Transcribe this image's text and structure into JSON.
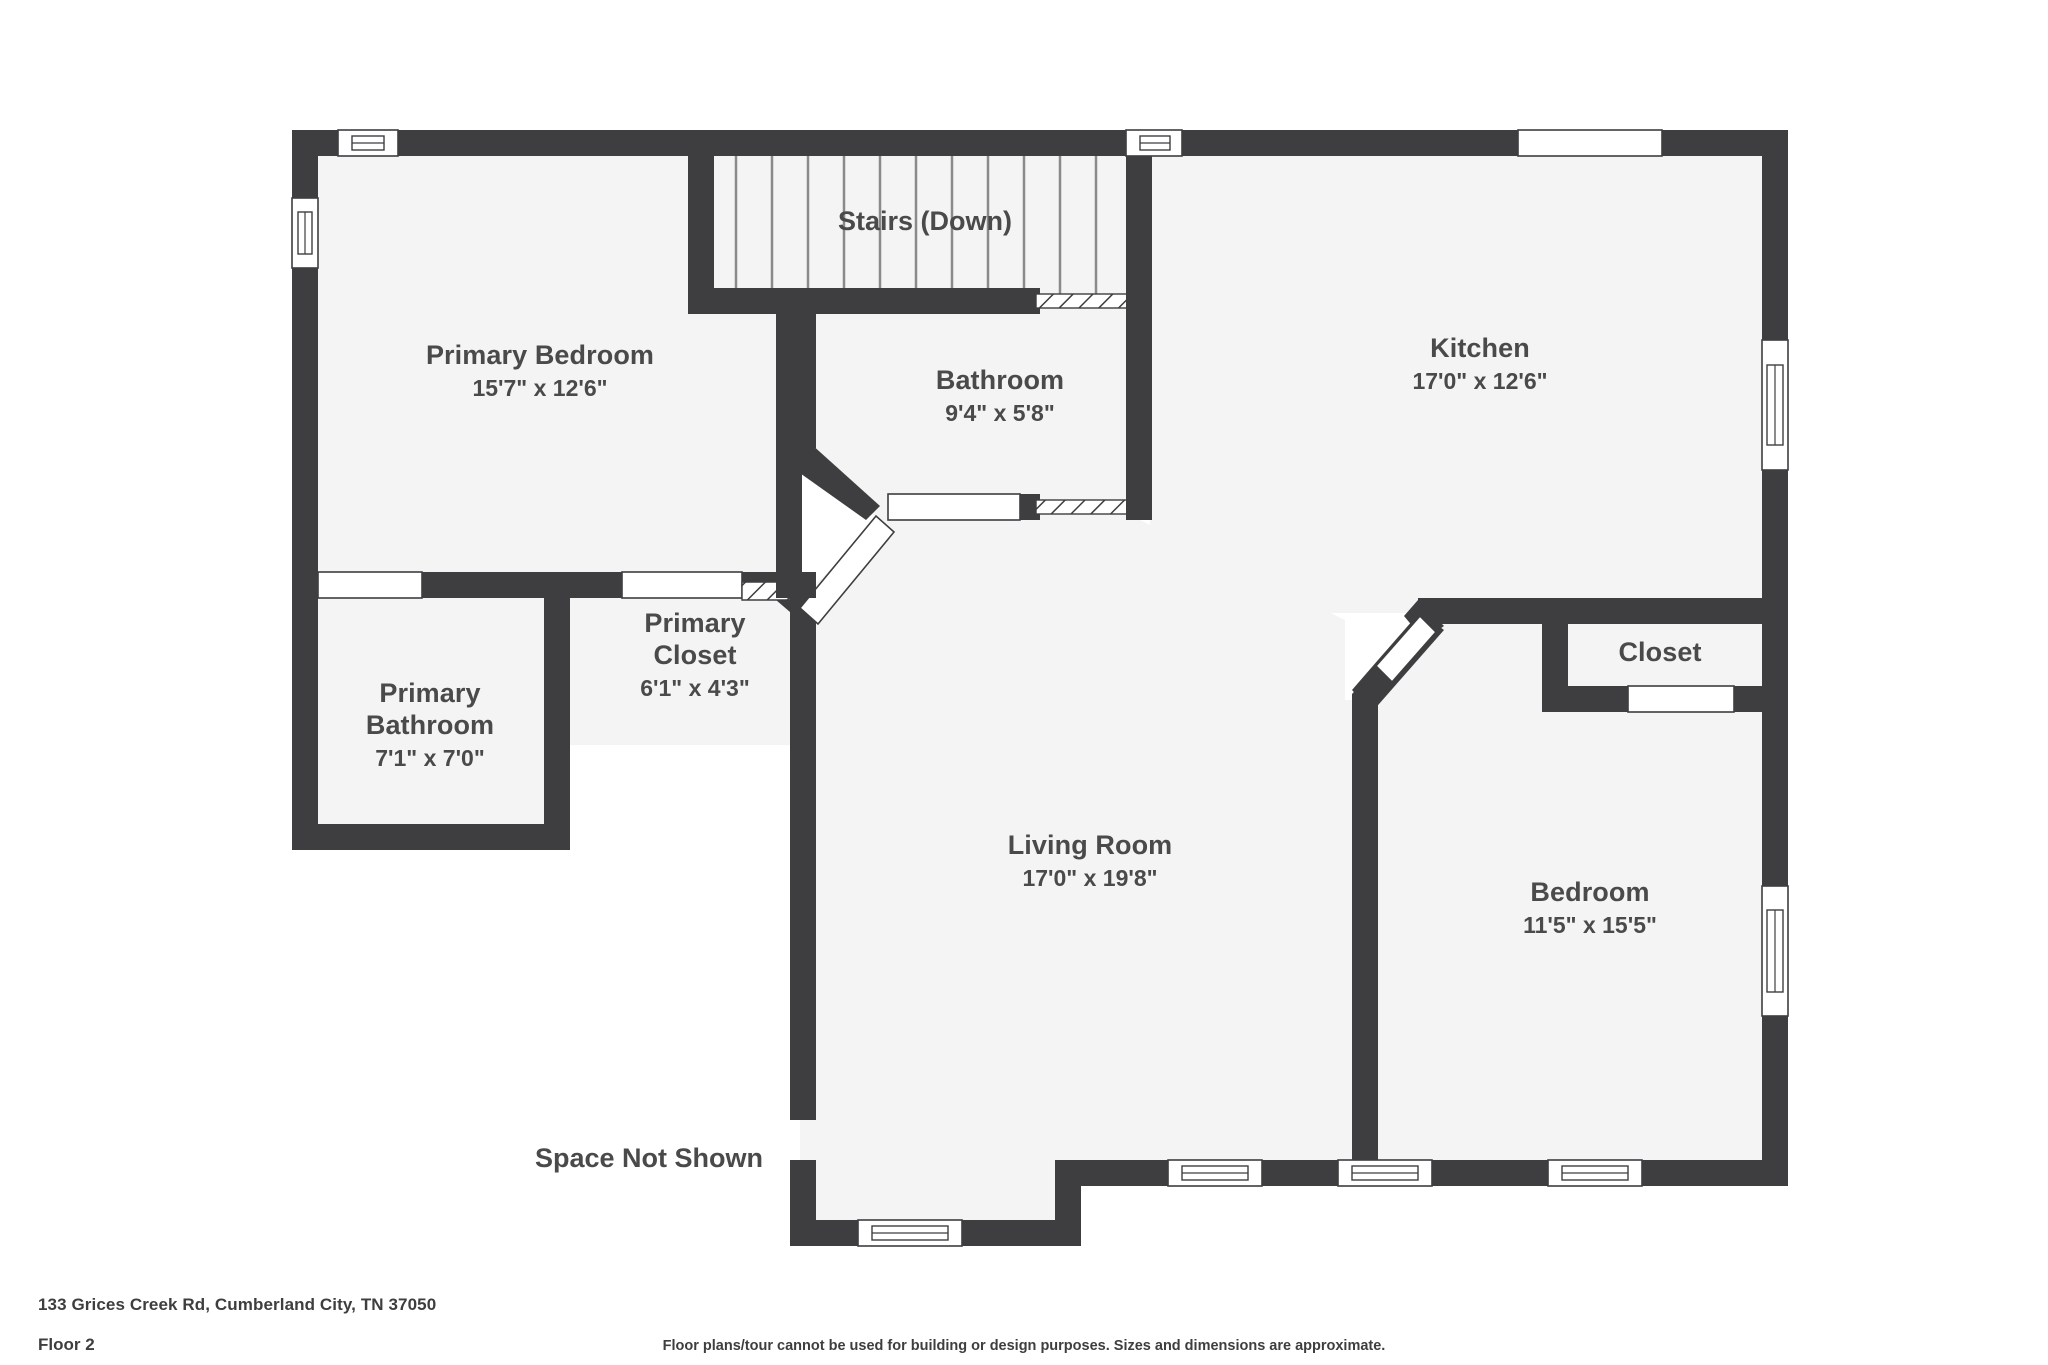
{
  "document": {
    "title_address": "133 Grices Creek Rd, Cumberland City, TN 37050",
    "floor_label": "Floor 2",
    "disclaimer": "Floor plans/tour cannot be used for building or design purposes. Sizes and dimensions are approximate."
  },
  "colors": {
    "wall": "#3e3e40",
    "floor_fill": "#f4f4f4",
    "text": "#4a4a4a",
    "window_fill": "#ffffff",
    "stair_line": "#8a8a8a",
    "background": "#ffffff"
  },
  "rooms": [
    {
      "id": "primary-bedroom",
      "name": "Primary Bedroom",
      "dimensions": "15'7\" x 12'6\""
    },
    {
      "id": "bathroom",
      "name": "Bathroom",
      "dimensions": "9'4\" x 5'8\""
    },
    {
      "id": "kitchen",
      "name": "Kitchen",
      "dimensions": "17'0\" x 12'6\""
    },
    {
      "id": "primary-bathroom",
      "name": "Primary\nBathroom",
      "dimensions": "7'1\" x 7'0\""
    },
    {
      "id": "primary-closet",
      "name": "Primary\nCloset",
      "dimensions": "6'1\" x 4'3\""
    },
    {
      "id": "living-room",
      "name": "Living Room",
      "dimensions": "17'0\" x 19'8\""
    },
    {
      "id": "bedroom",
      "name": "Bedroom",
      "dimensions": "11'5\" x 15'5\""
    },
    {
      "id": "closet",
      "name": "Closet",
      "dimensions": ""
    }
  ],
  "annotations": {
    "stairs": "Stairs (Down)",
    "space_not_shown": "Space Not Shown"
  }
}
